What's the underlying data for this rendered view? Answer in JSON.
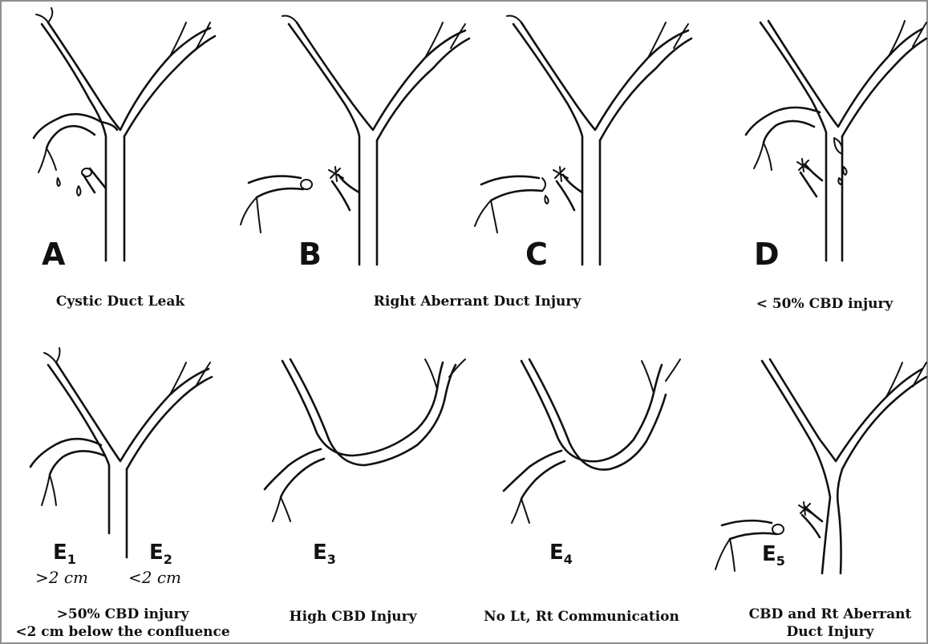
{
  "panels": {
    "a": {
      "letter": "A",
      "caption": "Cystic Duct Leak"
    },
    "b": {
      "letter": "B"
    },
    "c": {
      "letter": "C"
    },
    "bc_caption": "Right Aberrant Duct Injury",
    "d": {
      "letter": "D",
      "caption": "< 50% CBD injury"
    },
    "e1": {
      "letter": "E",
      "sub": "1",
      "distance": ">2 cm"
    },
    "e2": {
      "letter": "E",
      "sub": "2",
      "distance": "<2 cm"
    },
    "e12_caption_line1": ">50% CBD injury",
    "e12_caption_line2": "<2 cm below the confluence",
    "e3": {
      "letter": "E",
      "sub": "3",
      "caption": "High CBD Injury"
    },
    "e4": {
      "letter": "E",
      "sub": "4",
      "caption": "No Lt, Rt Communication"
    },
    "e5": {
      "letter": "E",
      "sub": "5",
      "caption_line1": "CBD and Rt Aberrant",
      "caption_line2": "Duct Injury"
    }
  }
}
